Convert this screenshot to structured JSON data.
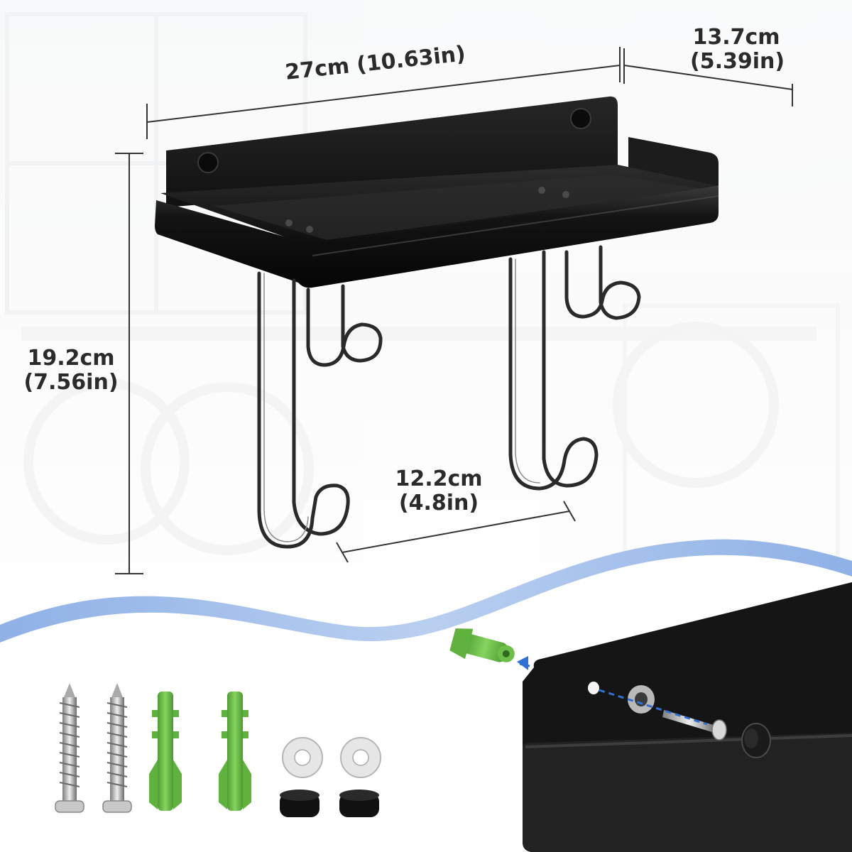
{
  "dimensions": {
    "width": {
      "metric": "27cm (10.63in)"
    },
    "depth": {
      "metric": "13.7cm",
      "imperial": "(5.39in)"
    },
    "height": {
      "metric": "19.2cm",
      "imperial": "(7.56in)"
    },
    "hook_spacing": {
      "metric": "12.2cm",
      "imperial": "(4.8in)"
    }
  },
  "accessories": {
    "screws": 2,
    "wall_anchors": 2,
    "washers": 2,
    "screw_caps": 2
  },
  "colors": {
    "shelf": "#151515",
    "hook_steel": "#2a2a2a",
    "anchor_green": "#6cc04a",
    "wave_blue": "#9bbbe8",
    "dimension_line": "#333333",
    "arrow_blue": "#2f6fd6"
  }
}
